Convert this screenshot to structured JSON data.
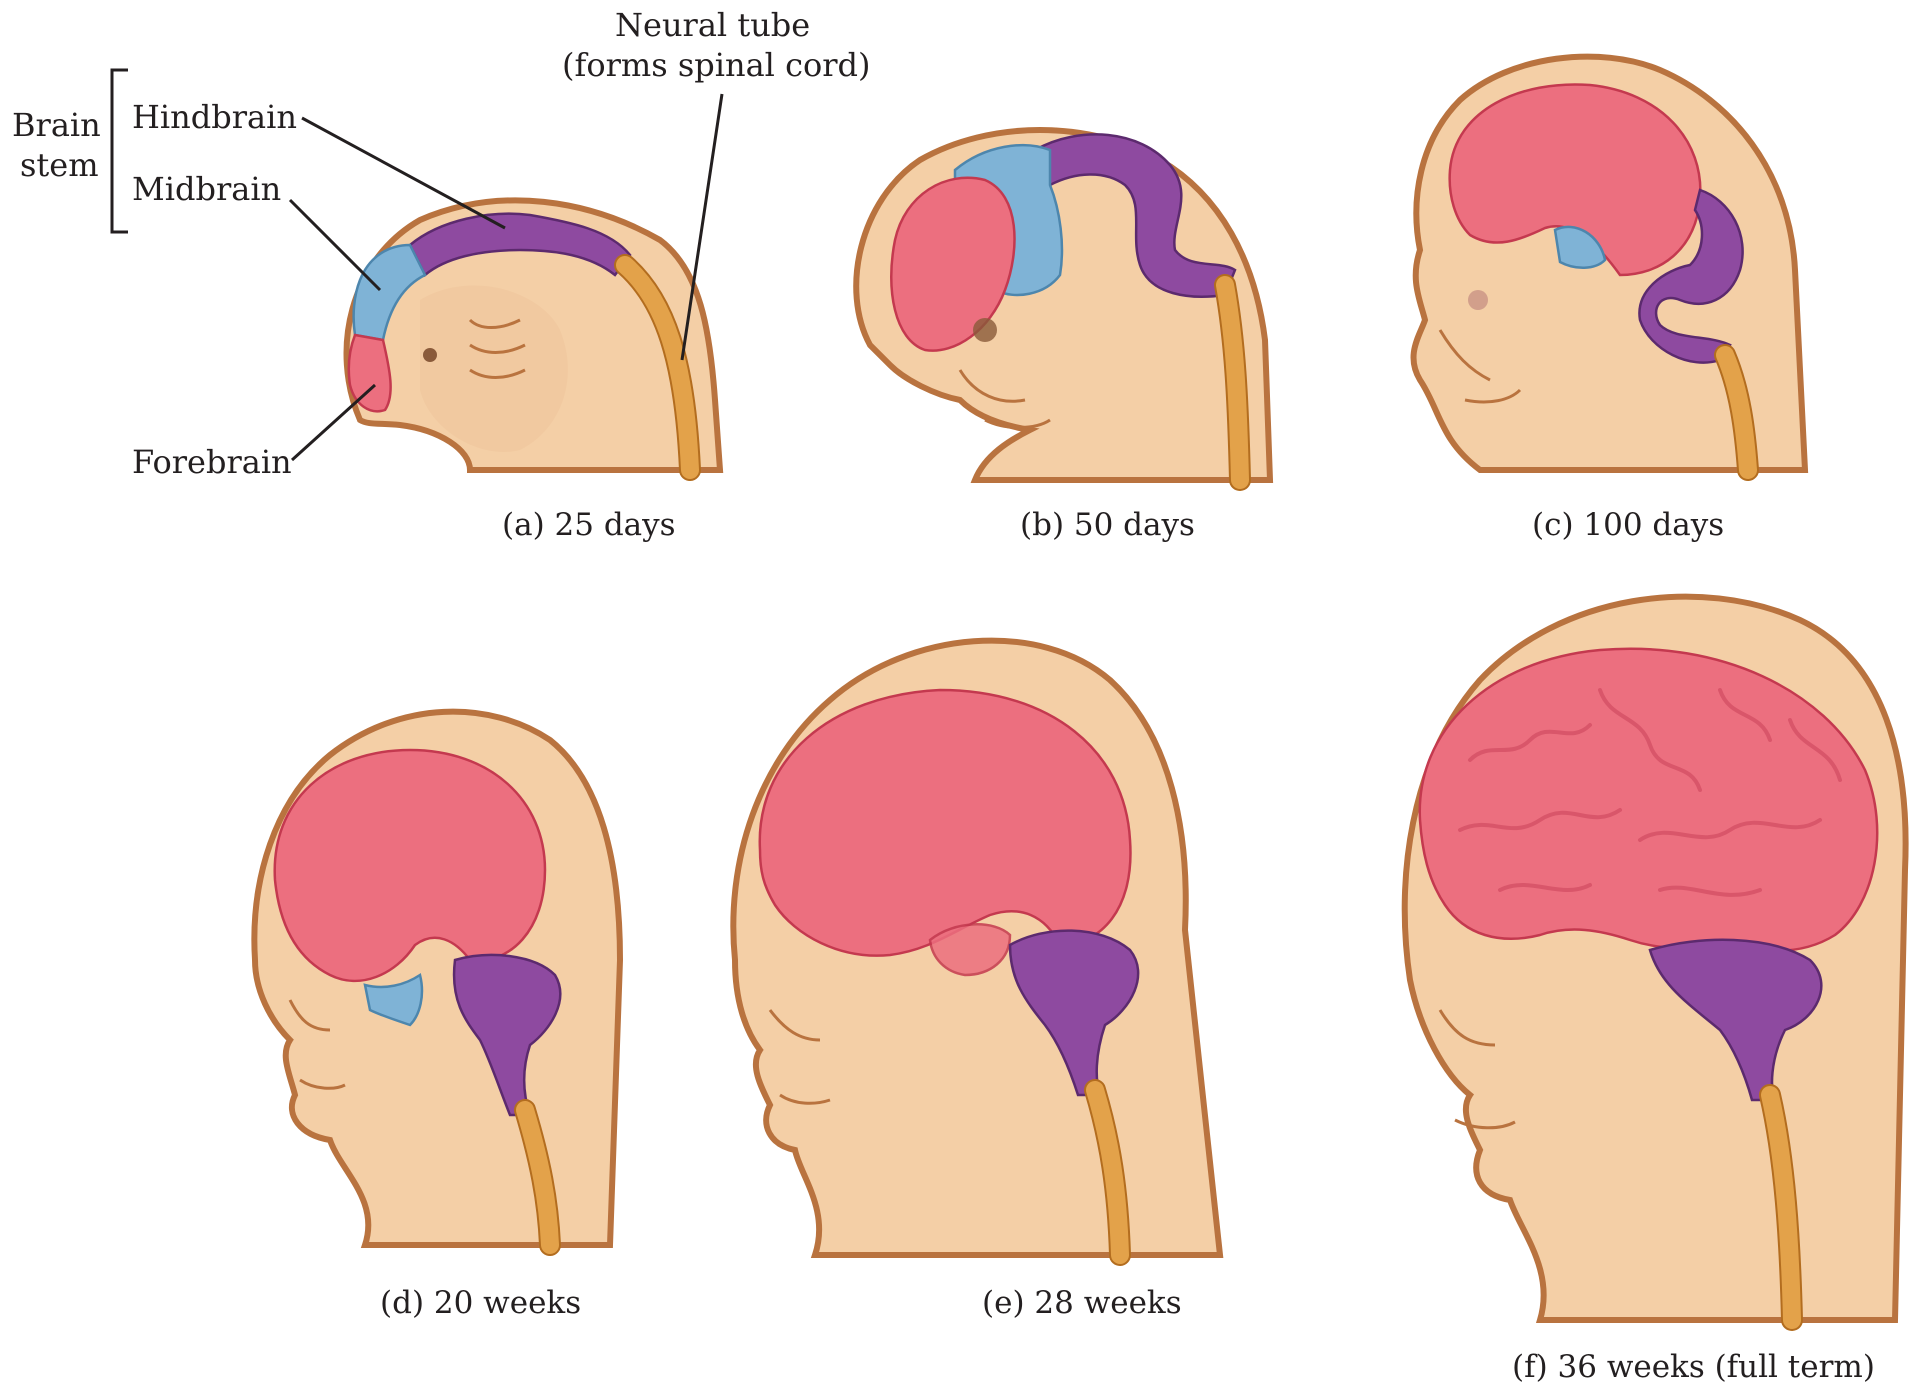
{
  "labels": {
    "brain_stem": [
      "Brain",
      "stem"
    ],
    "hindbrain": "Hindbrain",
    "midbrain": "Midbrain",
    "forebrain": "Forebrain",
    "neural_tube": [
      "Neural tube",
      "(forms spinal cord)"
    ]
  },
  "panels": [
    {
      "caption": "(a)  25 days"
    },
    {
      "caption": "(b)  50 days"
    },
    {
      "caption": "(c)  100 days"
    },
    {
      "caption": "(d)  20 weeks"
    },
    {
      "caption": "(e)  28 weeks"
    },
    {
      "caption": "(f)  36 weeks (full term)"
    }
  ],
  "colors": {
    "forebrain": "#ec6f7f",
    "midbrain": "#7fb3d6",
    "hindbrain": "#8e4aa0",
    "spinal_cord": "#e3a24a",
    "skin": "#f4cfa6",
    "outline": "#b9733f"
  }
}
